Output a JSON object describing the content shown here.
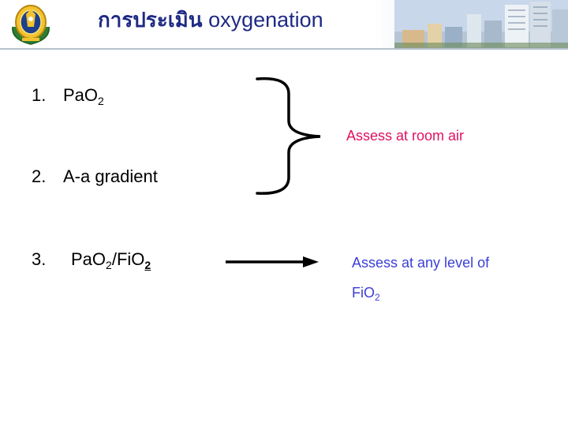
{
  "slide": {
    "title_thai": "การประเมิน",
    "title_eng": "oxygenation"
  },
  "items": [
    {
      "number": "1.",
      "parts": [
        "PaO",
        "2"
      ]
    },
    {
      "number": "2.",
      "text": "A-a gradient"
    },
    {
      "number": "3.",
      "parts": [
        "PaO",
        "2",
        "/FiO",
        "2"
      ]
    }
  ],
  "notes": {
    "room_air": "Assess at room air",
    "any_level_line1": "Assess at any level of",
    "any_level_fio": "FiO",
    "any_level_sub": "2"
  },
  "colors": {
    "title": "#1f2a84",
    "note_red": "#e0115f",
    "note_blue": "#3b3fd6"
  },
  "icons": [
    "university-seal-logo",
    "city-skyline-banner",
    "right-curly-brace",
    "right-arrow"
  ]
}
